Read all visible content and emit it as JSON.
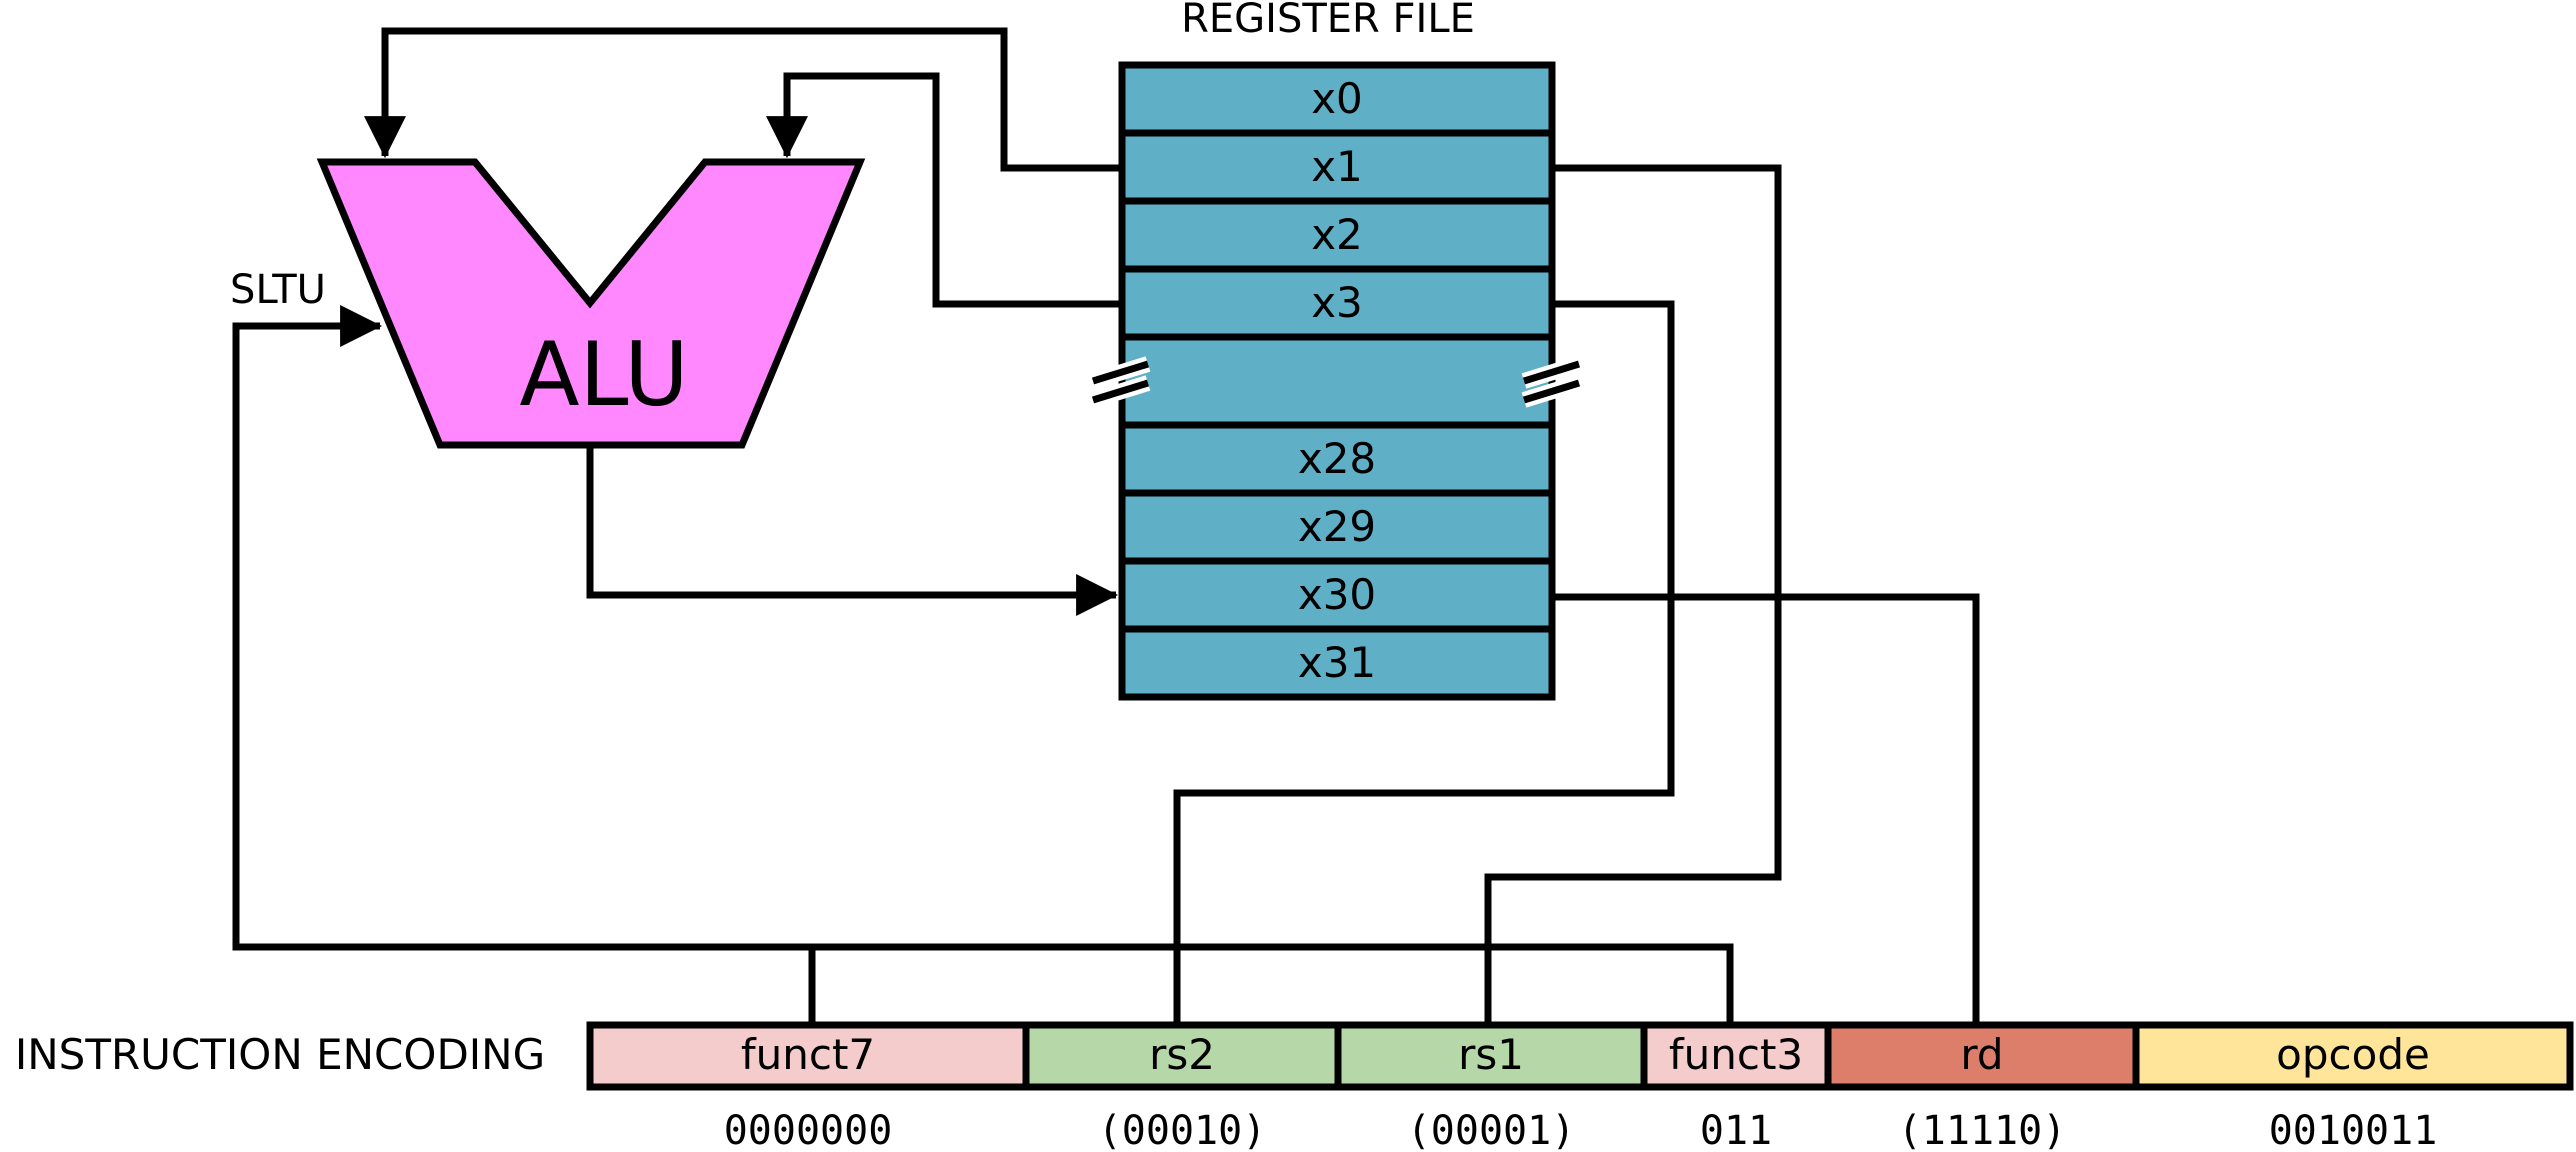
{
  "register_file": {
    "title": "REGISTER FILE",
    "registers": [
      "x0",
      "x1",
      "x2",
      "x3",
      "x28",
      "x29",
      "x30",
      "x31"
    ],
    "fill_color": "#5fb0c7"
  },
  "alu": {
    "label": "ALU",
    "op_label": "SLTU",
    "fill_color": "#ff88ff"
  },
  "encoding": {
    "title": "INSTRUCTION ENCODING",
    "fields": [
      {
        "name": "funct7",
        "bits": "0000000",
        "color": "#f4cccc"
      },
      {
        "name": "rs2",
        "bits": "(00010)",
        "color": "#b6d7a8"
      },
      {
        "name": "rs1",
        "bits": "(00001)",
        "color": "#b6d7a8"
      },
      {
        "name": "funct3",
        "bits": "011",
        "color": "#f4cccc"
      },
      {
        "name": "rd",
        "bits": "(11110)",
        "color": "#dd7e6b"
      },
      {
        "name": "opcode",
        "bits": "0010011",
        "color": "#ffe599"
      }
    ]
  }
}
